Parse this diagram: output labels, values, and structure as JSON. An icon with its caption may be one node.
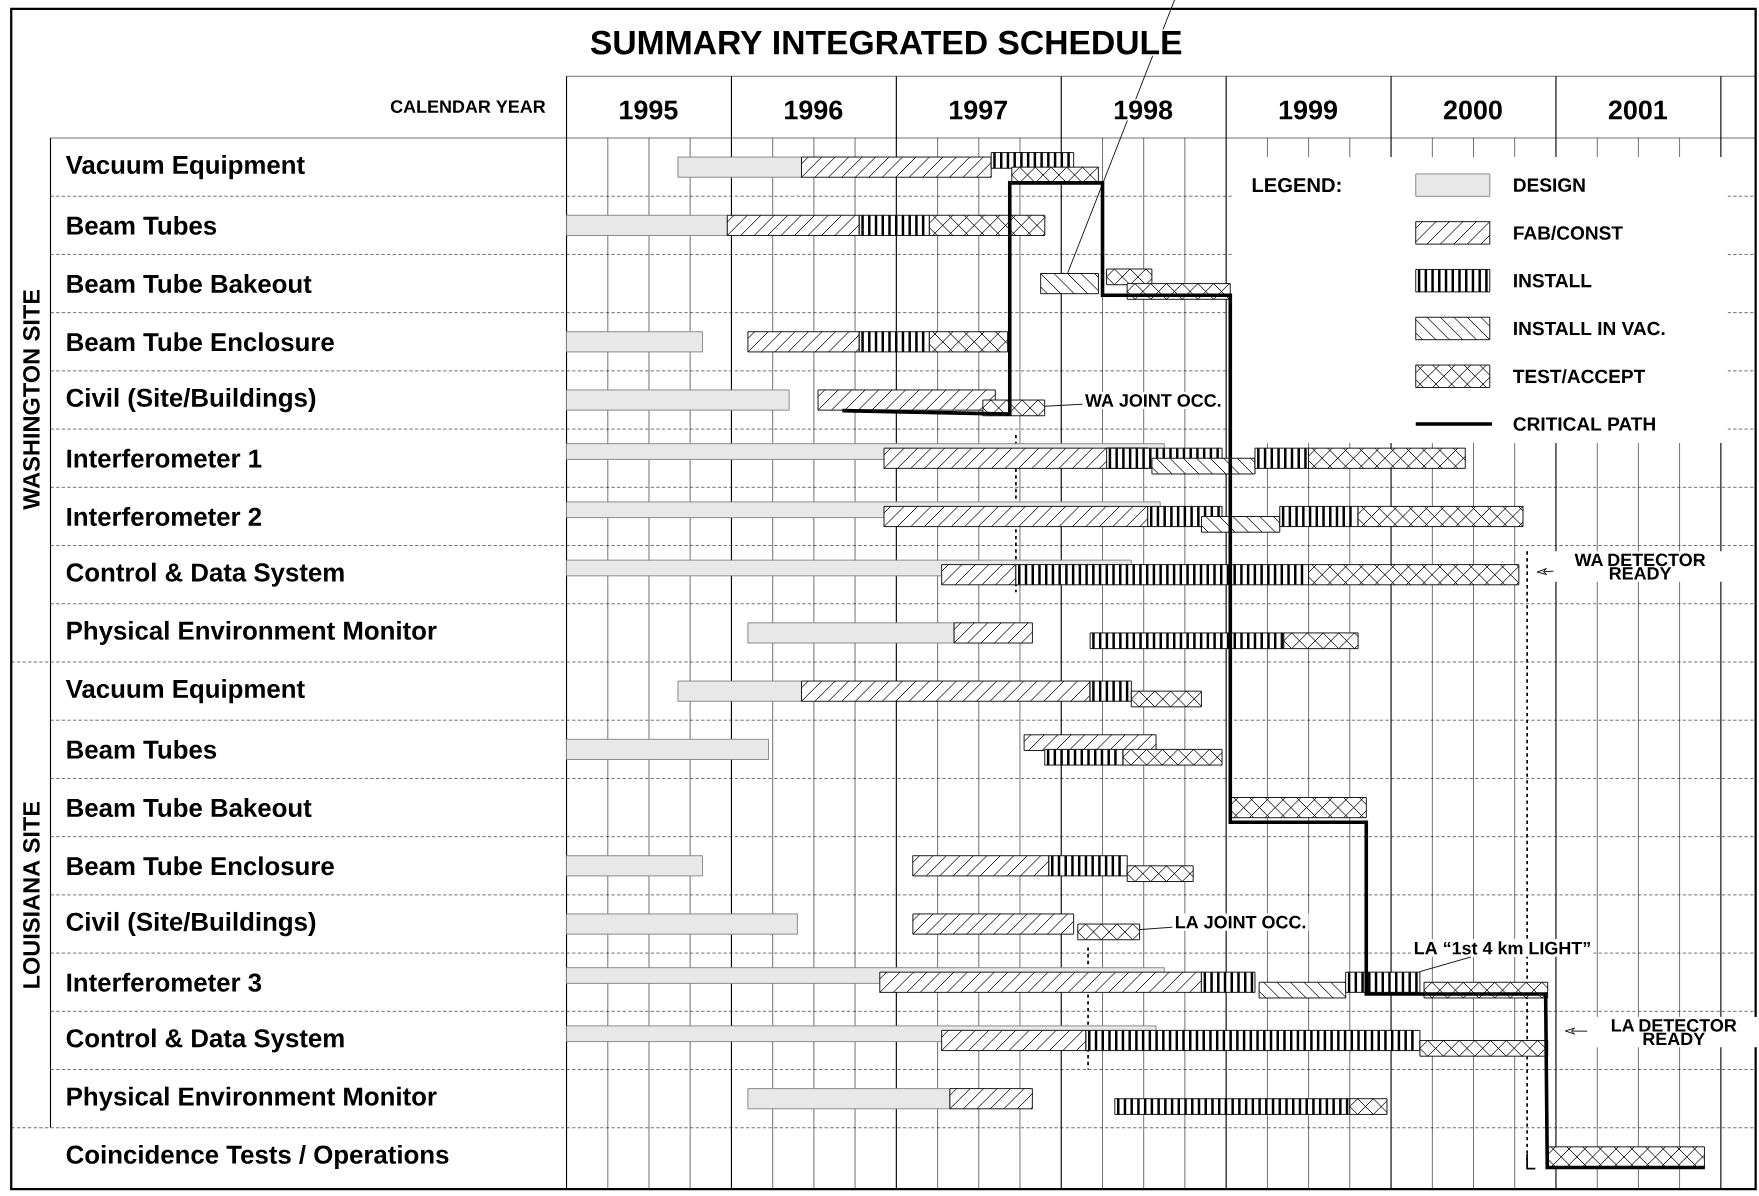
{
  "diagram": {
    "title": "SUMMARY INTEGRATED SCHEDULE",
    "nodes": [
      {
        "text": [
          "WA JOINT OCC."
        ]
      },
      {
        "text": [
          "WA DETECTOR READY"
        ]
      },
      {
        "text": [
          "LA JOINT OCC."
        ]
      },
      {
        "text": [
          "LA “1st 4 km LIGHT”"
        ]
      },
      {
        "text": [
          "LA DETECTOR READY"
        ]
      },
      {
        "text": [],
        "shape": "bar"
      },
      {
        "text": [],
        "shape": "bar"
      },
      {
        "text": [],
        "shape": "bar"
      },
      {
        "text": [],
        "shape": "bar"
      },
      {
        "text": [],
        "shape": "bar"
      },
      {
        "text": [],
        "shape": "bar"
      },
      {
        "text": [],
        "shape": "bar"
      },
      {
        "text": [],
        "shape": "bar"
      },
      {
        "text": [],
        "shape": "bar"
      },
      {
        "text": [],
        "shape": "bar"
      },
      {
        "text": [],
        "shape": "bar"
      },
      {
        "text": [],
        "shape": "bar"
      },
      {
        "text": [],
        "shape": "bar"
      },
      {
        "text": [],
        "shape": "bar"
      },
      {
        "text": [],
        "shape": "bar"
      },
      {
        "text": [],
        "shape": "bar"
      },
      {
        "text": [],
        "shape": "bar"
      },
      {
        "text": [],
        "shape": "bar"
      },
      {
        "text": [],
        "shape": "bar"
      },
      {
        "text": [],
        "shape": "bar"
      },
      {
        "text": [],
        "shape": "bar"
      },
      {
        "text": [],
        "shape": "bar"
      },
      {
        "text": [],
        "shape": "bar"
      },
      {
        "text": [],
        "shape": "bar"
      },
      {
        "text": [],
        "shape": "bar"
      },
      {
        "text": [],
        "shape": "bar"
      },
      {
        "text": [],
        "shape": "bar"
      },
      {
        "text": [],
        "shape": "bar"
      },
      {
        "text": [],
        "shape": "bar"
      },
      {
        "text": [],
        "shape": "bar"
      },
      {
        "text": [],
        "shape": "bar"
      },
      {
        "text": [],
        "shape": "bar"
      },
      {
        "text": [],
        "shape": "bar"
      },
      {
        "text": [],
        "shape": "bar"
      },
      {
        "text": [],
        "shape": "bar"
      },
      {
        "text": [],
        "shape": "bar"
      },
      {
        "text": [],
        "shape": "bar"
      },
      {
        "text": [],
        "shape": "bar"
      },
      {
        "text": [],
        "shape": "bar"
      },
      {
        "text": [],
        "shape": "bar"
      },
      {
        "text": [],
        "shape": "bar"
      },
      {
        "text": [],
        "shape": "bar"
      },
      {
        "text": [],
        "shape": "bar"
      },
      {
        "text": [],
        "shape": "bar"
      },
      {
        "text": [],
        "shape": "bar"
      },
      {
        "text": [],
        "shape": "bar"
      },
      {
        "text": [],
        "shape": "bar"
      },
      {
        "text": [],
        "shape": "bar"
      },
      {
        "text": [],
        "shape": "bar"
      },
      {
        "text": [],
        "shape": "bar"
      },
      {
        "text": [],
        "shape": "bar"
      },
      {
        "text": [],
        "shape": "bar"
      },
      {
        "text": [],
        "shape": "bar"
      },
      {
        "text": [],
        "shape": "bar"
      },
      {
        "text": [],
        "shape": "bar"
      },
      {
        "text": [],
        "shape": "bar"
      },
      {
        "text": [],
        "shape": "bar"
      },
      {
        "text": [],
        "shape": "bar"
      },
      {
        "text": [],
        "shape": "bar"
      },
      {
        "text": [],
        "shape": "bar"
      },
      {
        "text": [],
        "shape": "bar"
      },
      {
        "text": [],
        "shape": "bar"
      },
      {
        "text": [],
        "shape": "bar"
      },
      {
        "text": [],
        "shape": "bar"
      },
      {
        "text": [],
        "shape": "bar"
      },
      {
        "text": [],
        "shape": "bar"
      },
      {
        "text": [],
        "shape": "bar"
      },
      {
        "text": [],
        "shape": "bar"
      },
      {
        "text": [],
        "shape": "bar"
      }
    ],
    "edges": [
      {
        "from": 0,
        "to": 22,
        "arrow": "none"
      },
      {
        "from": 1,
        "to": null,
        "arrow": "to"
      },
      {
        "from": 2,
        "to": 58,
        "arrow": "none"
      },
      {
        "from": 3,
        "to": 63,
        "arrow": "none"
      },
      {
        "from": 4,
        "to": null,
        "arrow": "to"
      },
      {
        "from": 21,
        "to": 73,
        "arrow": "none",
        "style": "thick"
      }
    ],
    "labels": [
      "CALENDAR YEAR",
      "1995",
      "1996",
      "1997",
      "1998",
      "1999",
      "2000",
      "2001",
      "LEGEND:",
      "WASHINGTON SITE",
      "LOUISIANA SITE",
      "Vacuum Equipment",
      "Beam Tubes",
      "Beam Tube Bakeout",
      "Beam Tube Enclosure",
      "Civil (Site/Buildings)",
      "Interferometer 1",
      "Interferometer 2",
      "Control & Data System",
      "Physical Environment Monitor",
      "Vacuum Equipment",
      "Beam Tubes",
      "Beam Tube Bakeout",
      "Beam Tube Enclosure",
      "Civil (Site/Buildings)",
      "Interferometer 3",
      "Control & Data System",
      "Physical Environment Monitor",
      "Coincidence Tests / Operations"
    ],
    "legend": [
      {
        "text": "DESIGN"
      },
      {
        "text": "FAB/CONST"
      },
      {
        "text": "INSTALL"
      },
      {
        "text": "INSTALL IN VAC."
      },
      {
        "text": "TEST/ACCEPT"
      },
      {
        "text": "CRITICAL PATH"
      }
    ]
  }
}
